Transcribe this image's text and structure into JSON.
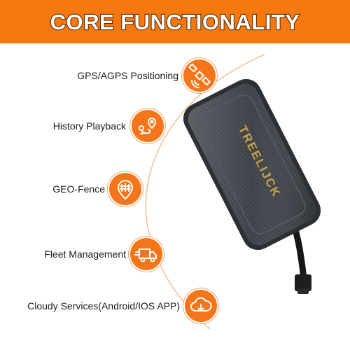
{
  "header": {
    "title": "CORE FUNCTIONALITY"
  },
  "features": [
    {
      "label": "GPS/AGPS Positioning",
      "icon": "satellite-icon"
    },
    {
      "label": "History Playback",
      "icon": "route-pin-icon"
    },
    {
      "label": "GEO-Fence",
      "icon": "geofence-pin-icon"
    },
    {
      "label": "Fleet Management",
      "icon": "delivery-truck-icon"
    },
    {
      "label": "Cloudy Services(Android/IOS APP)",
      "icon": "cloud-download-icon"
    }
  ],
  "device": {
    "brand": "TREELIJCK"
  },
  "colors": {
    "accent": "#f6780f",
    "icon_bg": "#f4751a",
    "arc": "#f2c49a",
    "text": "#1c1c1c",
    "device_body": "#3a3f45"
  }
}
